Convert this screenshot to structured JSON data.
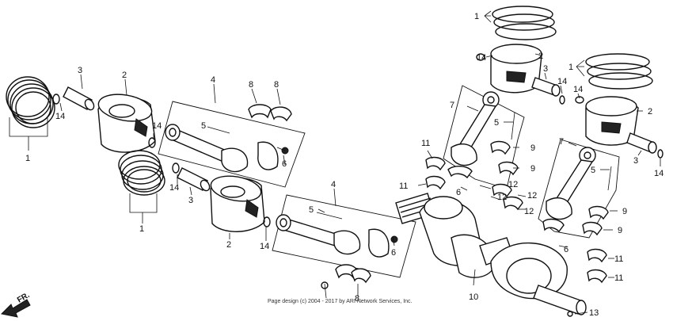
{
  "callouts": [
    {
      "id": "c1",
      "text": "1"
    },
    {
      "id": "c2",
      "text": "1"
    },
    {
      "id": "c3",
      "text": "1"
    },
    {
      "id": "c4",
      "text": "1"
    },
    {
      "id": "c5",
      "text": "2"
    },
    {
      "id": "c6",
      "text": "2"
    },
    {
      "id": "c7",
      "text": "2"
    },
    {
      "id": "c8",
      "text": "2"
    },
    {
      "id": "c9",
      "text": "3"
    },
    {
      "id": "c10",
      "text": "3"
    },
    {
      "id": "c11",
      "text": "3"
    },
    {
      "id": "c12",
      "text": "3"
    },
    {
      "id": "c13",
      "text": "14"
    },
    {
      "id": "c14",
      "text": "14"
    },
    {
      "id": "c15",
      "text": "14"
    },
    {
      "id": "c16",
      "text": "14"
    },
    {
      "id": "c17",
      "text": "14"
    },
    {
      "id": "c18",
      "text": "14"
    },
    {
      "id": "c19",
      "text": "14"
    },
    {
      "id": "c20",
      "text": "14"
    },
    {
      "id": "c21",
      "text": "4"
    },
    {
      "id": "c22",
      "text": "4"
    },
    {
      "id": "c23",
      "text": "5"
    },
    {
      "id": "c24",
      "text": "5"
    },
    {
      "id": "c25",
      "text": "5"
    },
    {
      "id": "c26",
      "text": "5"
    },
    {
      "id": "c27",
      "text": "6"
    },
    {
      "id": "c28",
      "text": "6"
    },
    {
      "id": "c29",
      "text": "6"
    },
    {
      "id": "c30",
      "text": "6"
    },
    {
      "id": "c31",
      "text": "7"
    },
    {
      "id": "c32",
      "text": "7"
    },
    {
      "id": "c33",
      "text": "8"
    },
    {
      "id": "c34",
      "text": "8"
    },
    {
      "id": "c35",
      "text": "8"
    },
    {
      "id": "c36",
      "text": "9"
    },
    {
      "id": "c37",
      "text": "9"
    },
    {
      "id": "c38",
      "text": "9"
    },
    {
      "id": "c39",
      "text": "9"
    },
    {
      "id": "c40",
      "text": "10"
    },
    {
      "id": "c41",
      "text": "11"
    },
    {
      "id": "c42",
      "text": "11"
    },
    {
      "id": "c43",
      "text": "11"
    },
    {
      "id": "c44",
      "text": "11"
    },
    {
      "id": "c45",
      "text": "12"
    },
    {
      "id": "c46",
      "text": "12"
    },
    {
      "id": "c47",
      "text": "12"
    },
    {
      "id": "c48",
      "text": "12"
    },
    {
      "id": "c49",
      "text": "13"
    }
  ],
  "direction_label": "FR.",
  "copyright": "Page design (c) 2004 - 2017 by ARI Network Services, Inc."
}
